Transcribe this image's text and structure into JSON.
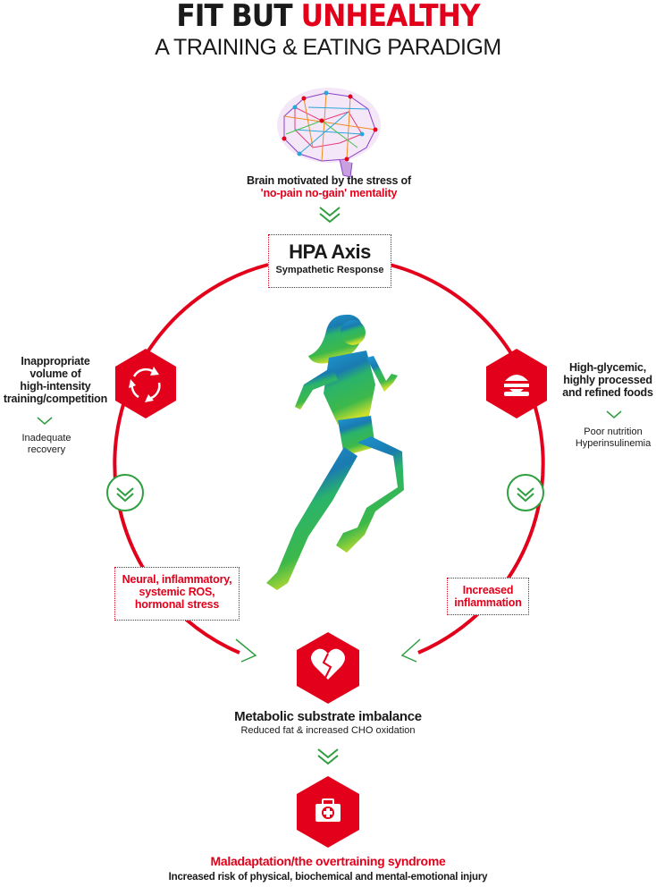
{
  "header": {
    "title_dark": "FIT BUT ",
    "title_red": "UNHEALTHY",
    "subtitle": "A TRAINING & EATING PARADIGM"
  },
  "brain": {
    "line1": "Brain motivated by the stress of",
    "line2": "'no-pain no-gain' mentality"
  },
  "hpa": {
    "title": "HPA Axis",
    "subtitle": "Sympathetic Response"
  },
  "left": {
    "heading_lines": [
      "Inappropriate",
      "volume of",
      "high-intensity",
      "training/competition"
    ],
    "sub_lines": [
      "Inadequate",
      "recovery"
    ]
  },
  "right": {
    "heading_lines": [
      "High-glycemic,",
      "highly processed",
      "and refined foods"
    ],
    "sub_lines": [
      "Poor nutrition",
      "Hyperinsulinemia"
    ]
  },
  "stress_box": {
    "lines": [
      "Neural, inflammatory,",
      "systemic ROS,",
      "hormonal stress"
    ]
  },
  "inflammation_box": {
    "lines": [
      "Increased",
      "inflammation"
    ]
  },
  "metabolic": {
    "title": "Metabolic substrate imbalance",
    "subtitle": "Reduced fat & increased CHO oxidation"
  },
  "maladaptation": {
    "title": "Maladaptation/the overtraining syndrome",
    "subtitle": "Increased risk of physical, biochemical and mental-emotional injury"
  },
  "colors": {
    "accent_red": "#e3001b",
    "accent_green": "#2e9e3e"
  },
  "icons": {
    "brain": "brain-network-icon",
    "cycle": "cycle-arrows-icon",
    "food": "burger-icon",
    "heart": "broken-heart-icon",
    "medical": "medical-kit-icon"
  }
}
